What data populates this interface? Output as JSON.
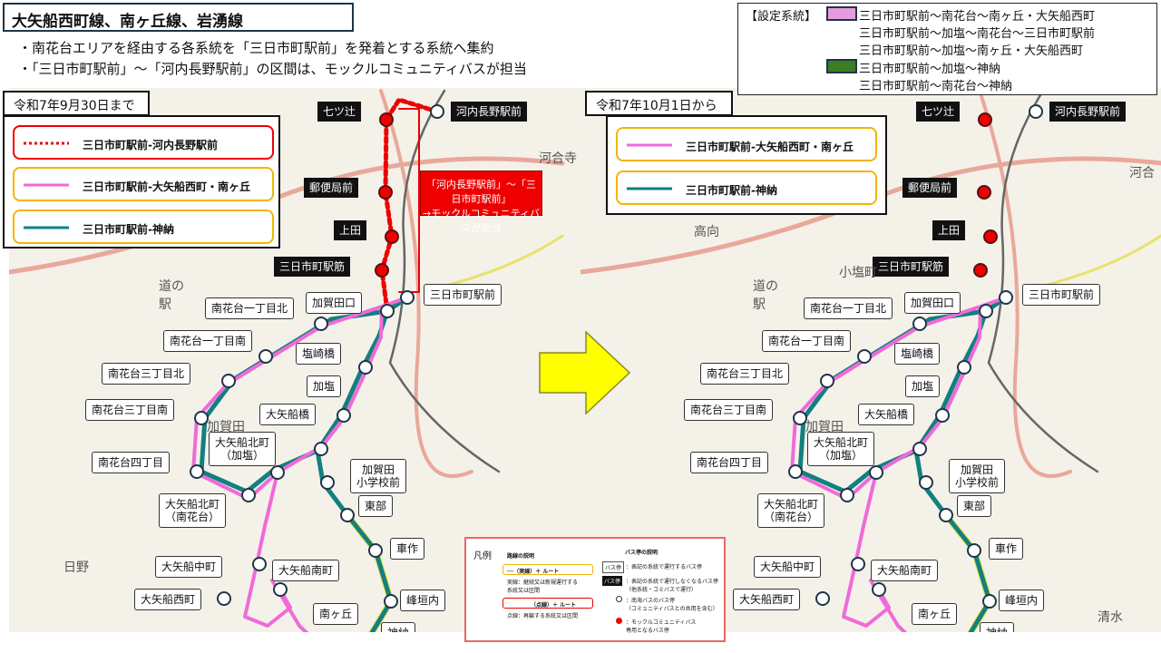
{
  "title": "大矢船西町線、南ヶ丘線、岩湧線",
  "bullets": [
    "・南花台エリアを経由する各系統を「三日市町駅前」を発着とする系統へ集約",
    "・「三日市町駅前」～「河内長野駅前」の区間は、モックルコミュニティバスが担当"
  ],
  "route_settings": {
    "heading": "【設定系統】",
    "pink_color": "#e59cdc",
    "green_color": "#3b7d23",
    "pink_routes": [
      "三日市町駅前～南花台～南ヶ丘・大矢船西町",
      "三日市町駅前～加塩～南花台～三日市町駅前",
      "三日市町駅前～加塩～南ヶ丘・大矢船西町"
    ],
    "green_routes": [
      "三日市町駅前～加塩～神納",
      "三日市町駅前～南花台～神納"
    ]
  },
  "before": {
    "date": "令和7年9月30日まで",
    "legend": [
      "三日市町駅前-河内長野駅前",
      "三日市町駅前-大矢船西町・南ヶ丘",
      "三日市町駅前-神納"
    ],
    "callout": [
      "「河内長野駅前」～「三日市町駅前」",
      "→モックルコミュニティバスが担当"
    ]
  },
  "after": {
    "date": "令和7年10月1日から",
    "legend": [
      "三日市町駅前-大矢船西町・南ヶ丘",
      "三日市町駅前-神納"
    ]
  },
  "colors": {
    "pink": "#f06ad8",
    "teal": "#128080",
    "red": "#e00000",
    "yellow_border": "#f5b400"
  },
  "stops": [
    {
      "name": "河内長野駅前",
      "type": "black",
      "marker": "white"
    },
    {
      "name": "七ツ辻",
      "type": "black",
      "marker": "red"
    },
    {
      "name": "郵便局前",
      "type": "black",
      "marker": "red"
    },
    {
      "name": "上田",
      "type": "black",
      "marker": "red"
    },
    {
      "name": "三日市町駅筋",
      "type": "black",
      "marker": "red"
    },
    {
      "name": "三日市町駅前",
      "type": "white",
      "marker": "white"
    },
    {
      "name": "加賀田口",
      "type": "white",
      "marker": "white"
    },
    {
      "name": "南花台一丁目北",
      "type": "white",
      "marker": "white"
    },
    {
      "name": "南花台一丁目南",
      "type": "white",
      "marker": "white"
    },
    {
      "name": "塩崎橋",
      "type": "white",
      "marker": "white"
    },
    {
      "name": "南花台三丁目北",
      "type": "white",
      "marker": "white"
    },
    {
      "name": "南花台三丁目南",
      "type": "white",
      "marker": "white"
    },
    {
      "name": "加塩",
      "type": "white",
      "marker": "white"
    },
    {
      "name": "大矢船橋",
      "type": "white",
      "marker": "white"
    },
    {
      "name": "大矢船北町\n（加塩）",
      "type": "white",
      "marker": "white"
    },
    {
      "name": "南花台四丁目",
      "type": "white",
      "marker": "white"
    },
    {
      "name": "大矢船北町\n（南花台）",
      "type": "white",
      "marker": "white"
    },
    {
      "name": "加賀田\n小学校前",
      "type": "white",
      "marker": "white"
    },
    {
      "name": "東部",
      "type": "white",
      "marker": "white"
    },
    {
      "name": "車作",
      "type": "white",
      "marker": "white"
    },
    {
      "name": "大矢船中町",
      "type": "white",
      "marker": "white"
    },
    {
      "name": "大矢船南町",
      "type": "white",
      "marker": "white"
    },
    {
      "name": "大矢船西町",
      "type": "white",
      "marker": "white"
    },
    {
      "name": "峰垣内",
      "type": "white",
      "marker": "white"
    },
    {
      "name": "南ヶ丘",
      "type": "white",
      "marker": "white"
    },
    {
      "name": "神納",
      "type": "white",
      "marker": "white"
    }
  ],
  "map_labels_left": [
    "日野",
    "加賀田",
    "道の\n駅",
    "河合寺"
  ],
  "map_labels_right": [
    "高向",
    "小塩町",
    "加賀田",
    "道の\n駅",
    "河合",
    "清水"
  ],
  "legend_box": {
    "title": "凡例",
    "route_heading": "路線の説明",
    "solid": "──（実線）＋ ルート",
    "solid_desc": "実線：継続又は新規運行する\n系統又は区間",
    "dotted": "（点線）＋ ルート",
    "dotted_desc": "点線：再編する系統又は区間",
    "stop_heading": "バス停の説明",
    "stop_white_tag": "バス停",
    "stop_white_desc": "：表記の系統で運行するバス停",
    "stop_black_tag": "バス停",
    "stop_black_desc": "：表記の系統で運行しなくなるバス停\n（他系統・コミバスで運行）",
    "stop_circle_desc": "：南海バスのバス停\n（コミュニティバスとの共用を含む）",
    "stop_red_desc": "：モックルコミュニティバス\n専用となるバス停"
  }
}
